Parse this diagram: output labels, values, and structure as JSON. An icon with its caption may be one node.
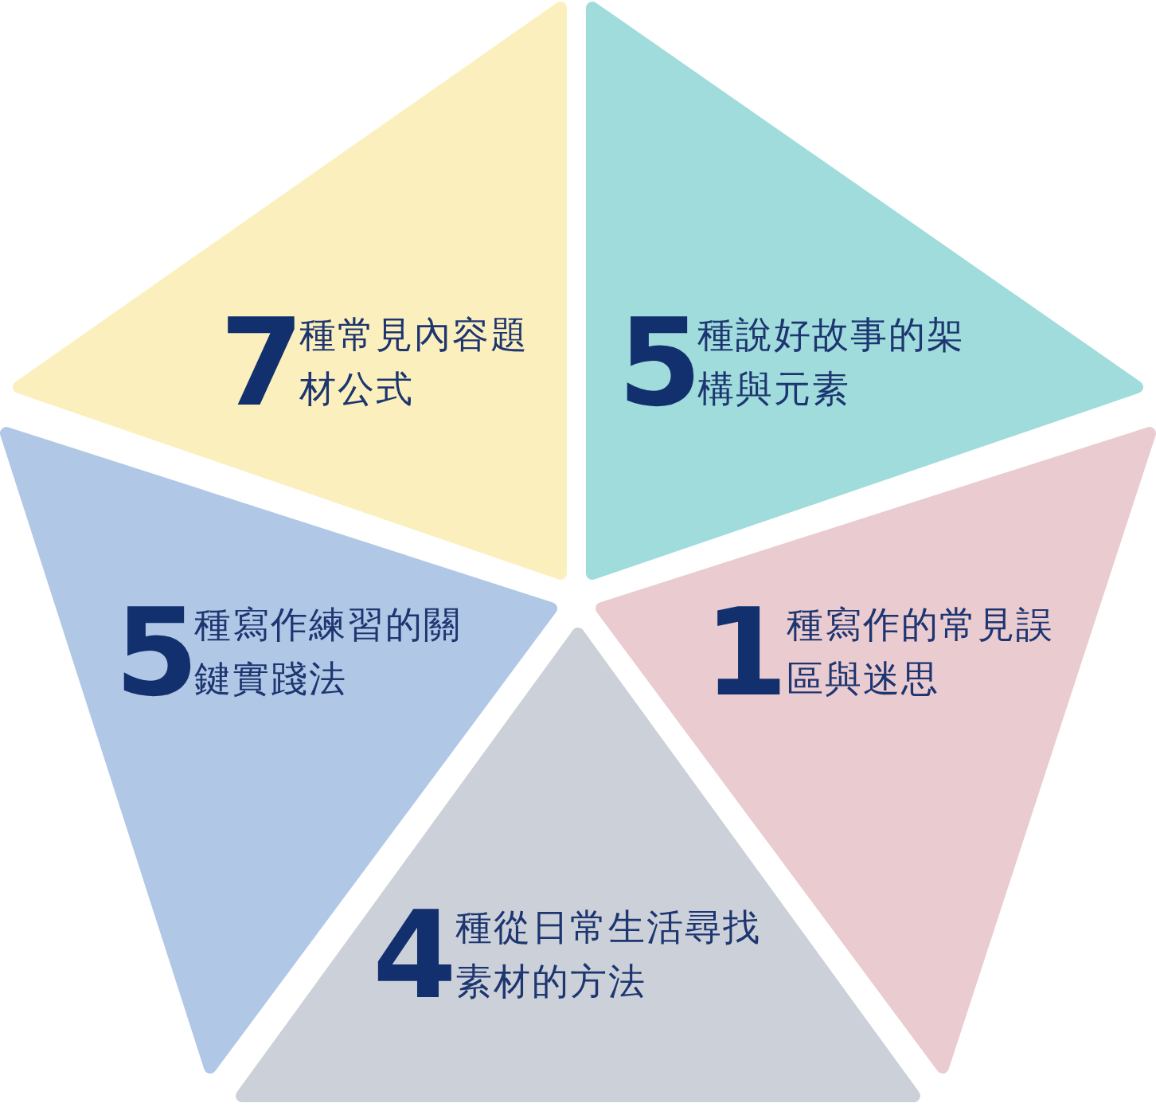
{
  "diagram": {
    "nodes": [
      {
        "text": [
          "7",
          "種常見內容題材公式"
        ]
      },
      {
        "text": [
          "5",
          "種說好故事的架構與元素"
        ]
      },
      {
        "text": [
          "5",
          "種寫作練習的關鍵實踐法"
        ]
      },
      {
        "text": [
          "1",
          "種寫作的常見誤區與迷思"
        ]
      },
      {
        "text": [
          "4",
          "種從日常生活尋找素材的方法"
        ]
      }
    ]
  }
}
